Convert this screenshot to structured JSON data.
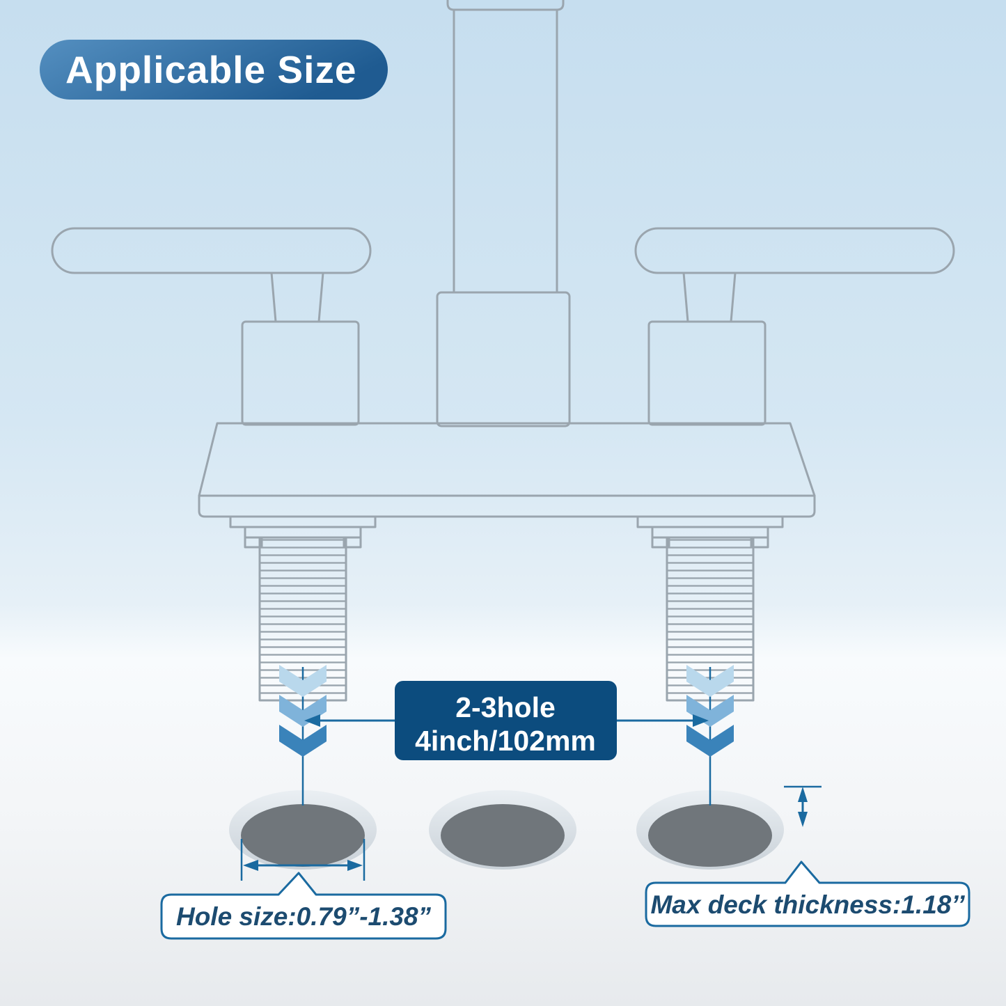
{
  "badge": {
    "title": "Applicable Size"
  },
  "spacing_label": {
    "line1": "2-3hole",
    "line2": "4inch/102mm"
  },
  "callouts": {
    "hole_size": "Hole size:0.79”-1.38”",
    "deck_thickness": "Max deck thickness:1.18’’"
  },
  "colors": {
    "accent": "#1a6aa0",
    "label_box": "#0c4c7e",
    "badge_start": "#548fc0",
    "badge_end": "#1f5b91",
    "outline_gray": "#9aa5ae",
    "chevron_light": "#b9d8ec",
    "chevron_mid": "#7fb3da",
    "chevron_dark": "#3a83ba",
    "hole_outer": "#d9e0e6",
    "hole_inner": "#70767b"
  }
}
